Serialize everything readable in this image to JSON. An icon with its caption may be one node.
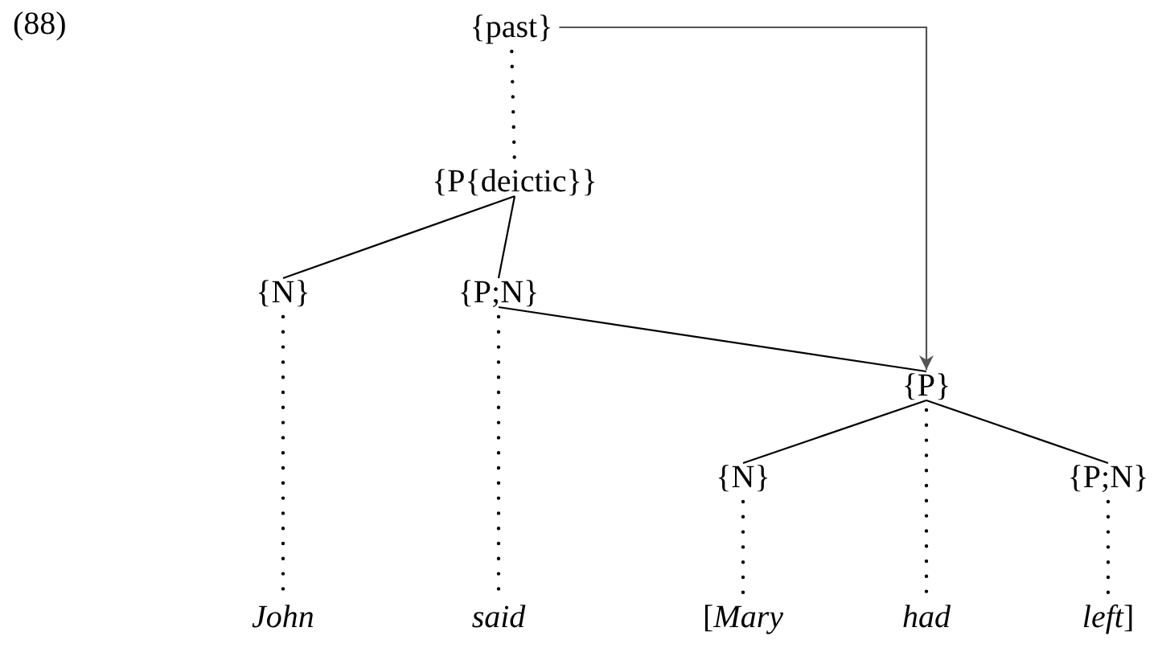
{
  "diagram": {
    "nodes": [
      {
        "text": [
          "{past}"
        ]
      },
      {
        "text": [
          "{P{deictic}}"
        ]
      },
      {
        "text": [
          "{N}"
        ]
      },
      {
        "text": [
          "{P;N}"
        ]
      },
      {
        "text": [
          "{P}"
        ]
      },
      {
        "text": [
          "{N}"
        ]
      },
      {
        "text": [
          "{P;N}"
        ]
      },
      {
        "text": [
          "John"
        ]
      },
      {
        "text": [
          "said"
        ]
      },
      {
        "text": [
          "[*Mary*"
        ]
      },
      {
        "text": [
          "had"
        ]
      },
      {
        "text": [
          "*left*]"
        ]
      }
    ],
    "edges": [
      {
        "from": 0,
        "to": 1,
        "arrow": "none",
        "style": "dashed"
      },
      {
        "from": 0,
        "to": 4,
        "arrow": "to",
        "color": "#555555"
      },
      {
        "from": 1,
        "to": 2,
        "arrow": "none"
      },
      {
        "from": 1,
        "to": 3,
        "arrow": "none"
      },
      {
        "from": 2,
        "to": 7,
        "arrow": "none",
        "style": "dashed"
      },
      {
        "from": 3,
        "to": 8,
        "arrow": "none",
        "style": "dashed"
      },
      {
        "from": 3,
        "to": 4,
        "arrow": "none"
      },
      {
        "from": 4,
        "to": 5,
        "arrow": "none"
      },
      {
        "from": 4,
        "to": 6,
        "arrow": "none"
      },
      {
        "from": 4,
        "to": 10,
        "arrow": "none",
        "style": "dashed"
      },
      {
        "from": 5,
        "to": 9,
        "arrow": "none",
        "style": "dashed"
      },
      {
        "from": 6,
        "to": 11,
        "arrow": "none",
        "style": "dashed"
      }
    ],
    "labels": [
      "(88)"
    ]
  }
}
